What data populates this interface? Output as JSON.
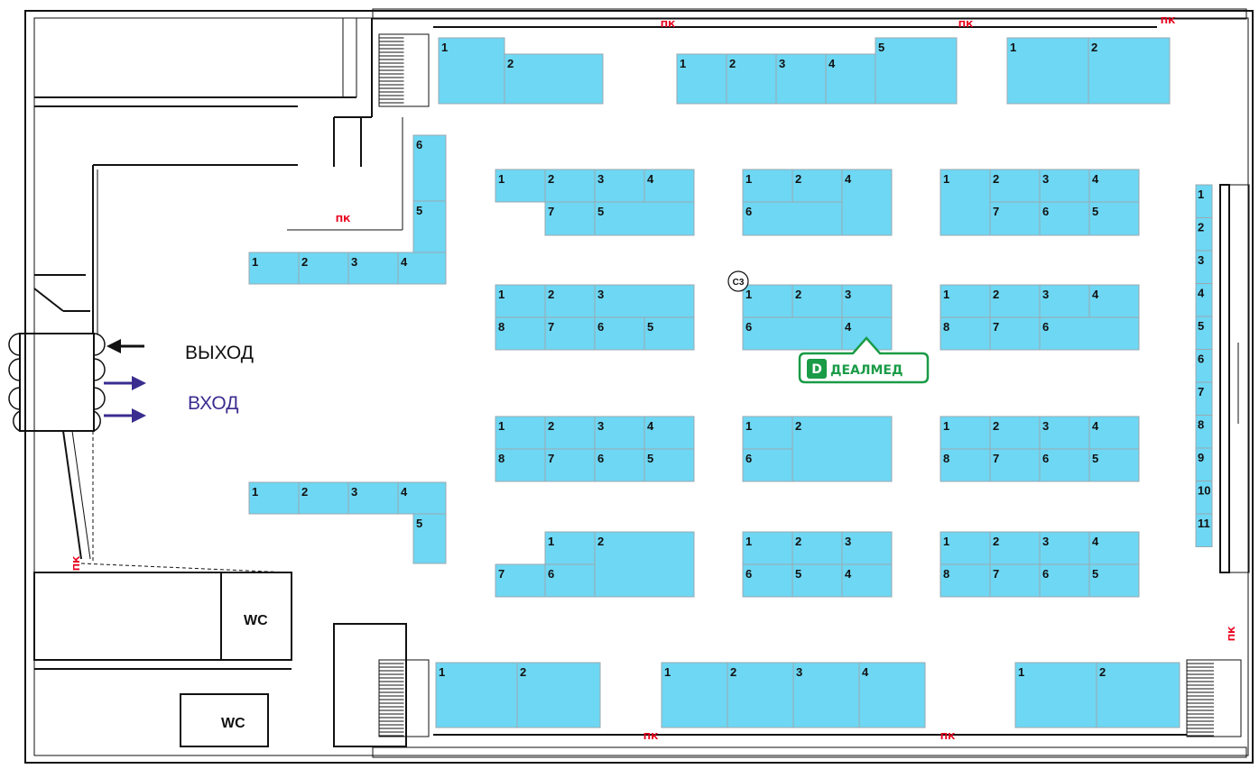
{
  "labels": {
    "exit": "ВЫХОД",
    "entrance": "ВХОД",
    "wc": "WC",
    "fire": "ПК",
    "c3": "С3",
    "logo": "ДЕАЛМЕД"
  },
  "colors": {
    "booth": "#6ed7f3",
    "exit_arrow": "#111111",
    "entrance_arrow": "#3a2d8f",
    "fire_red": "#e8001c",
    "logo_green": "#1a9b47"
  }
}
